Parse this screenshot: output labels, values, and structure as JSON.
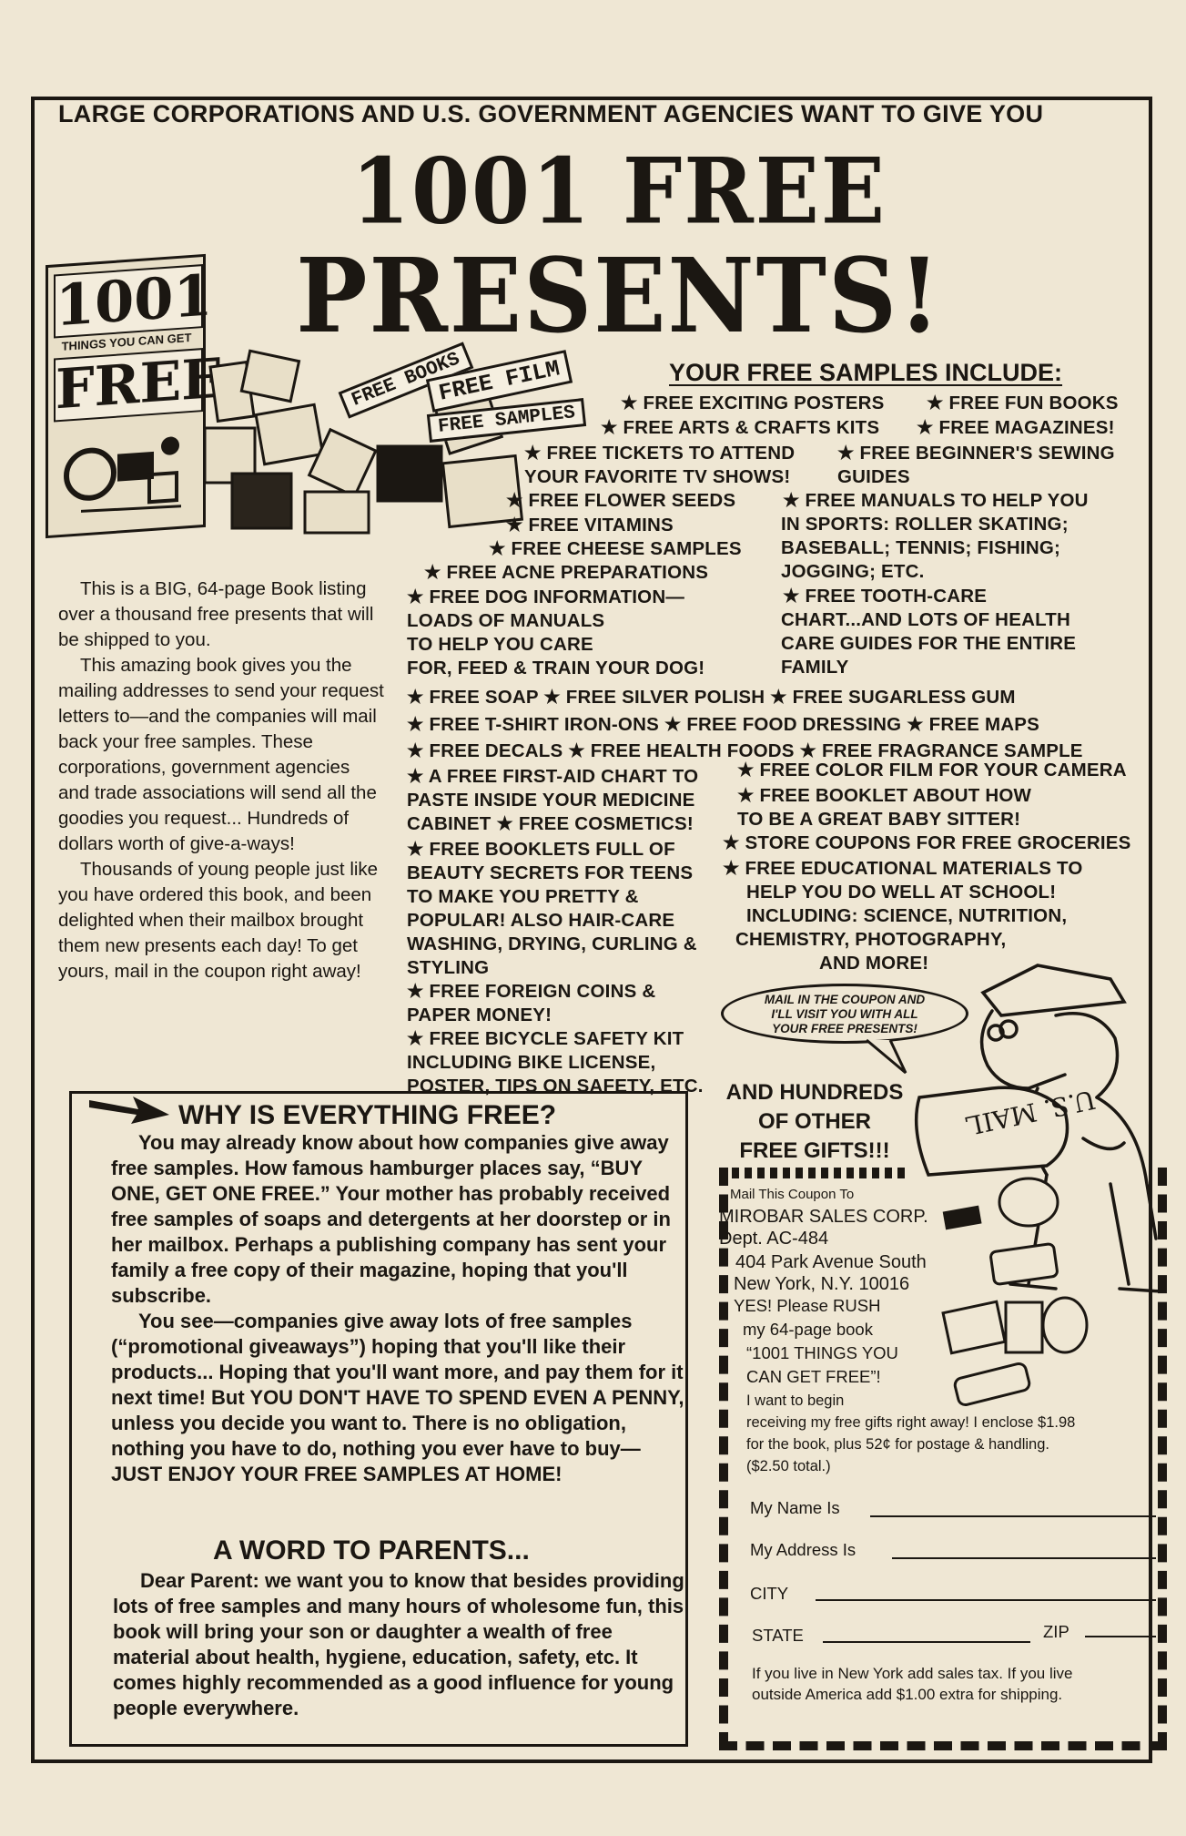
{
  "header": {
    "top_line": "LARGE CORPORATIONS AND U.S. GOVERNMENT AGENCIES WANT TO GIVE YOU",
    "headline_1": "1001 FREE",
    "headline_2": "PRESENTS!"
  },
  "book": {
    "line1": "1001",
    "line2": "THINGS YOU CAN GET",
    "line3": "FREE"
  },
  "tags": {
    "books": "FREE BOOKS",
    "film": "FREE FILM",
    "samples": "FREE SAMPLES"
  },
  "samples_title": "YOUR FREE SAMPLES INCLUDE:",
  "samples": {
    "l1": "★ FREE EXCITING POSTERS",
    "l2": "★ FREE FUN BOOKS",
    "l3": "★ FREE ARTS & CRAFTS KITS",
    "l4": "★ FREE MAGAZINES!",
    "l5": "★ FREE TICKETS TO ATTEND",
    "l6": "YOUR FAVORITE TV SHOWS!",
    "l7": "★ FREE BEGINNER'S SEWING",
    "l8": "GUIDES",
    "l9": "★ FREE FLOWER SEEDS",
    "l10": "★ FREE VITAMINS",
    "l11": "★ FREE CHEESE SAMPLES",
    "l12": "★ FREE ACNE PREPARATIONS",
    "l13": "★ FREE DOG INFORMATION—",
    "l14": "LOADS OF MANUALS",
    "l15": "TO HELP YOU CARE",
    "l16": "FOR, FEED & TRAIN YOUR DOG!",
    "r1": "★ FREE MANUALS TO HELP YOU",
    "r2": "IN SPORTS: ROLLER SKATING;",
    "r3": "BASEBALL; TENNIS; FISHING;",
    "r4": "JOGGING; ETC.",
    "r5": "★ FREE TOOTH-CARE",
    "r6": "CHART...AND LOTS OF HEALTH",
    "r7": "CARE GUIDES FOR THE ENTIRE",
    "r8": "FAMILY",
    "w1": "★ FREE SOAP   ★ FREE SILVER POLISH   ★ FREE SUGARLESS GUM",
    "w2": "★ FREE T-SHIRT IRON-ONS   ★ FREE FOOD DRESSING   ★ FREE MAPS",
    "w3": "★ FREE DECALS   ★ FREE HEALTH FOODS   ★ FREE FRAGRANCE SAMPLE",
    "m1": "★ A FREE FIRST-AID CHART TO",
    "m2": "PASTE INSIDE YOUR MEDICINE",
    "m3": "CABINET  ★ FREE COSMETICS!",
    "m4": "★ FREE BOOKLETS FULL OF",
    "m5": "BEAUTY SECRETS FOR TEENS",
    "m6": "TO MAKE YOU PRETTY &",
    "m7": "POPULAR! ALSO HAIR-CARE",
    "m8": "WASHING, DRYING, CURLING &",
    "m9": "STYLING",
    "m10": "★ FREE FOREIGN COINS &",
    "m11": "PAPER MONEY!",
    "m12": "★ FREE BICYCLE SAFETY KIT",
    "m13": "INCLUDING BIKE LICENSE,",
    "m14": "POSTER, TIPS ON SAFETY, ETC.",
    "n1": "★ FREE COLOR FILM FOR YOUR CAMERA",
    "n2": "★ FREE BOOKLET ABOUT HOW",
    "n3": "TO BE A GREAT BABY SITTER!",
    "n4": "★ STORE COUPONS FOR FREE GROCERIES",
    "n5": "★ FREE EDUCATIONAL MATERIALS TO",
    "n6": "HELP YOU DO WELL AT SCHOOL!",
    "n7": "INCLUDING: SCIENCE, NUTRITION,",
    "n8": "CHEMISTRY, PHOTOGRAPHY,",
    "n9": "AND MORE!"
  },
  "intro": {
    "p1": "This is a BIG, 64-page Book listing over a thousand free presents that will be shipped to you.",
    "p2": "This amazing book gives you the mailing addresses to send your request letters to—and the companies will mail back your free samples. These corporations, government agencies and trade associations will send all the goodies you request... Hundreds of dollars worth of give-a-ways!",
    "p3": "Thousands of young people just like you have ordered this book, and been delighted when their mailbox brought them new presents each day! To get yours, mail in the coupon right away!"
  },
  "why": {
    "title": "WHY IS EVERYTHING FREE?",
    "p1": "You may already know about how companies give away free samples. How famous hamburger places say, “BUY ONE, GET ONE FREE.” Your mother has probably received free samples of soaps and detergents at her doorstep or in her mailbox. Perhaps a publishing company has sent your family a free copy of their magazine, hoping that you'll subscribe.",
    "p2": "You see—companies give away lots of free samples (“promotional giveaways”) hoping that you'll like their products... Hoping that you'll want more, and pay them for it next time! But YOU DON'T HAVE TO SPEND EVEN A PENNY, unless you decide you want to. There is no obligation, nothing you have to do, nothing you ever have to buy—JUST ENJOY YOUR FREE SAMPLES AT HOME!"
  },
  "parents": {
    "title": "A WORD TO PARENTS...",
    "p1": "Dear Parent: we want you to know that besides providing lots of free samples and many hours of wholesome fun, this book will bring your son or daughter a wealth of free material about health, hygiene, education, safety, etc. It comes highly recommended as a good influence for young people everywhere."
  },
  "bubble": {
    "line1": "MAIL IN THE COUPON AND",
    "line2": "I'LL VISIT YOU WITH ALL",
    "line3": "YOUR FREE PRESENTS!"
  },
  "bag_label": "U.S. MAIL",
  "hundreds": {
    "line1": "AND HUNDREDS",
    "line2": "OF OTHER",
    "line3": "FREE GIFTS!!!"
  },
  "coupon": {
    "mail_to": "Mail This Coupon To",
    "company": "MIROBAR SALES CORP.",
    "dept": "Dept. AC-484",
    "street": "404 Park Avenue South",
    "city_line": "New York, N.Y. 10016",
    "yes": "YES! Please RUSH",
    "my_book": "my 64-page book",
    "book_title": "“1001 THINGS YOU",
    "book_title2": "CAN GET FREE”!",
    "begin": "I want to begin",
    "enclose": "receiving my free gifts right away! I enclose $1.98",
    "postage": "for the book, plus 52¢ for postage & handling.",
    "total": "($2.50 total.)",
    "name_label": "My Name Is",
    "address_label": "My Address Is",
    "city_label": "CITY",
    "state_label": "STATE",
    "zip_label": "ZIP",
    "tax1": "If you live in New York add sales tax. If you live",
    "tax2": "outside America add $1.00 extra for shipping."
  }
}
